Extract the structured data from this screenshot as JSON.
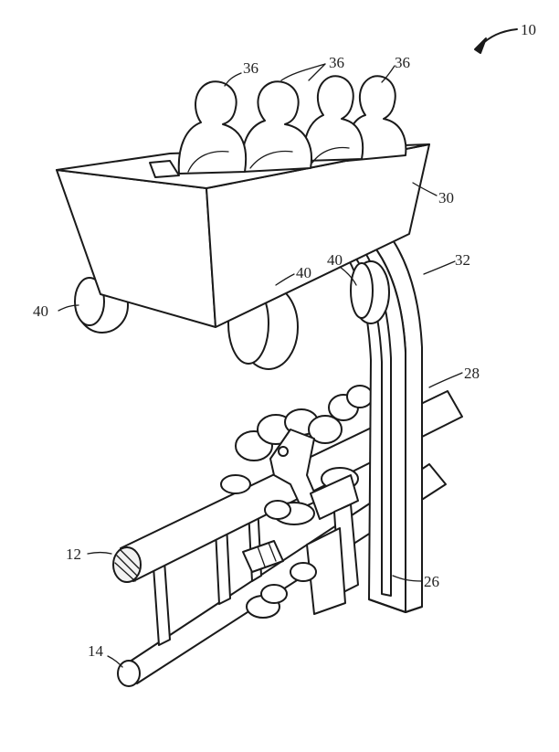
{
  "labels": {
    "ref_10": "10",
    "ref_36a": "36",
    "ref_36b": "36",
    "ref_36c": "36",
    "ref_30": "30",
    "ref_32": "32",
    "ref_40a": "40",
    "ref_40b": "40",
    "ref_40c": "40",
    "ref_28": "28",
    "ref_12": "12",
    "ref_26": "26",
    "ref_14": "14"
  }
}
